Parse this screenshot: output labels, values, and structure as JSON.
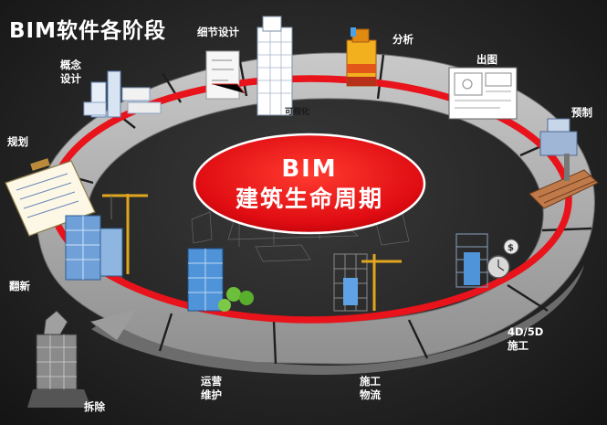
{
  "title": "BIM软件各阶段",
  "center": {
    "line1": "BIM",
    "line2": "建筑生命周期"
  },
  "stages": {
    "concept": [
      "概念",
      "设计"
    ],
    "detail": "细节设计",
    "analysis": "分析",
    "drawing": "出图",
    "prefab": "预制",
    "visualize": "可视化",
    "planning": "规划",
    "renovate": "翻新",
    "demolish": "拆除",
    "operate": [
      "运营",
      "维护"
    ],
    "construct": [
      "施工",
      "物流"
    ],
    "sim4d5d": [
      "4D/5D",
      "施工"
    ]
  },
  "colors": {
    "background": "#262626",
    "track": "#b8b8b8",
    "track_dark": "#8a8a8a",
    "ellipse_ring": "#e8131b",
    "center_fill": "#e00d12",
    "text": "#ffffff"
  }
}
